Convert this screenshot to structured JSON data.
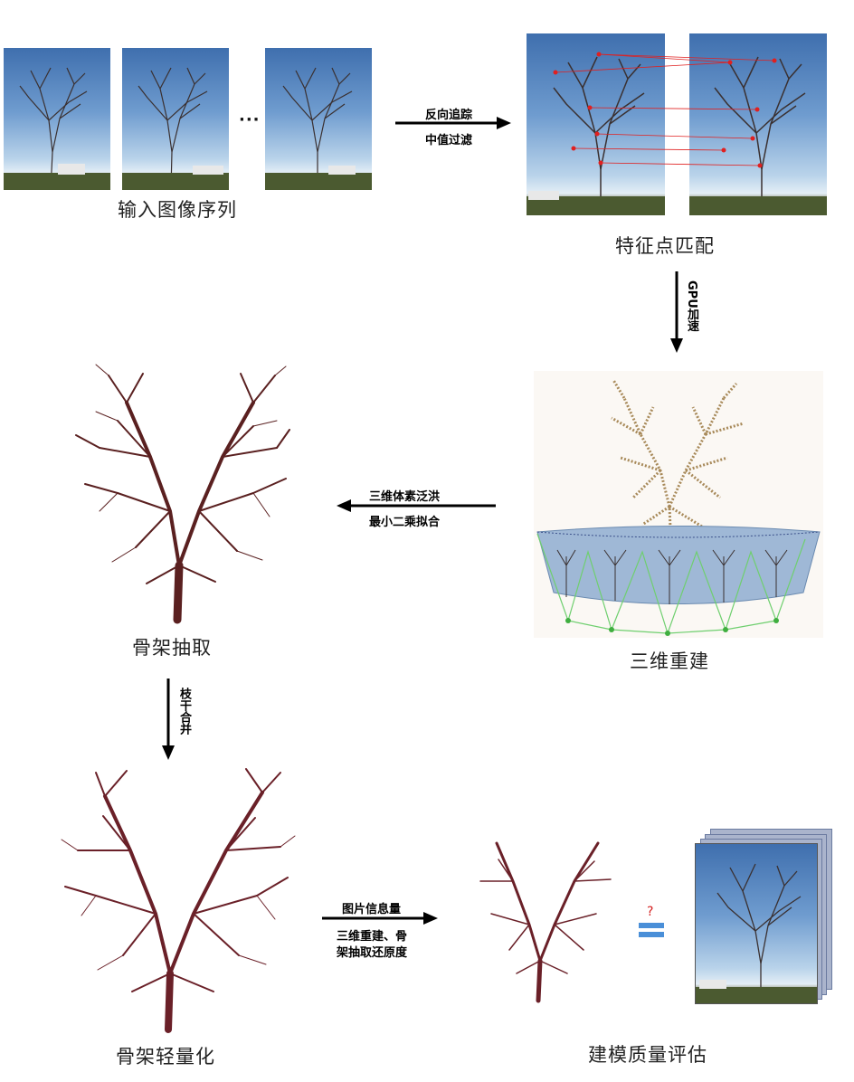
{
  "stages": {
    "input_sequence": {
      "label": "输入图像序列",
      "ellipsis": "···"
    },
    "feature_matching": {
      "label": "特征点匹配"
    },
    "reconstruction_3d": {
      "label": "三维重建"
    },
    "skeleton_extraction": {
      "label": "骨架抽取"
    },
    "skeleton_lightweight": {
      "label": "骨架轻量化"
    },
    "quality_evaluation": {
      "label": "建模质量评估",
      "question_mark": "?"
    }
  },
  "arrows": {
    "reverse_tracking": {
      "line1": "反向追踪",
      "line2": "中值过滤"
    },
    "gpu": {
      "line1": "GPU加速"
    },
    "voxel_flood": {
      "line1": "三维体素泛洪",
      "line2": "最小二乘拟合"
    },
    "branch_merge": {
      "line1": "枝干合并"
    },
    "info_amount": {
      "line1": "图片信息量",
      "line2": "三维重建、骨",
      "line3": "架抽取还原度"
    }
  },
  "colors": {
    "sky_top": "#3f6fae",
    "sky_bottom": "#e4eef6",
    "tree_dark": "#5a2020",
    "tree_brown": "#a88a5a",
    "feature_point": "#e02020",
    "camera_line": "#6fcf6f",
    "equals_sign": "#4a8fd8"
  }
}
